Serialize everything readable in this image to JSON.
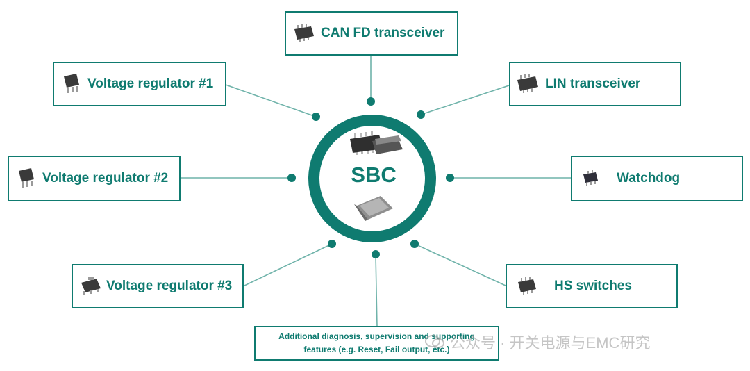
{
  "center": {
    "label": "SBC"
  },
  "components": [
    {
      "id": "can",
      "label": "CAN FD transceiver",
      "icon": "chip-icon"
    },
    {
      "id": "lin",
      "label": "LIN transceiver",
      "icon": "chip-icon"
    },
    {
      "id": "vr1",
      "label": "Voltage regulator #1",
      "icon": "chip-icon"
    },
    {
      "id": "vr2",
      "label": "Voltage regulator #2",
      "icon": "chip-icon"
    },
    {
      "id": "watchdog",
      "label": "Watchdog",
      "icon": "chip-icon"
    },
    {
      "id": "vr3",
      "label": "Voltage regulator #3",
      "icon": "chip-icon"
    },
    {
      "id": "hs",
      "label": "HS switches",
      "icon": "chip-icon"
    }
  ],
  "additional": {
    "line1": "Additional diagnosis, supervision and supporting",
    "line2": "features (e.g. Reset, Fail output, etc.)"
  },
  "watermark": {
    "text": "公众号 · 开关电源与EMC研究"
  },
  "colors": {
    "accent": "#0f7b70",
    "line": "#6fb3aa",
    "chip": "#3a3a3a"
  }
}
